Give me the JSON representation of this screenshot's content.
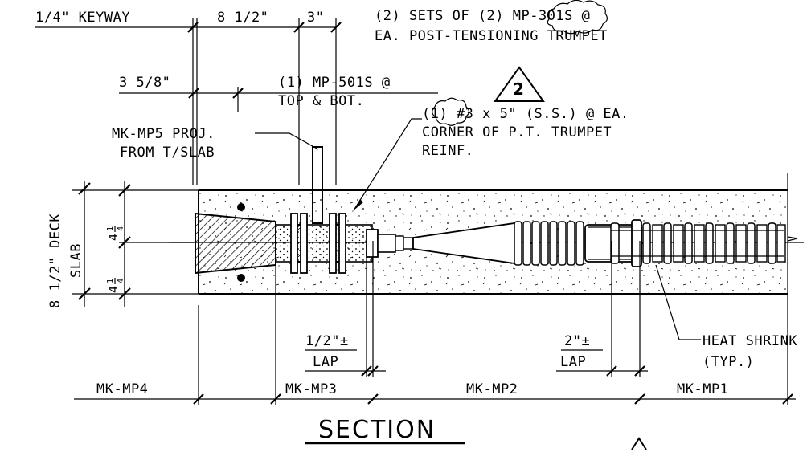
{
  "drawing": {
    "title": "SECTION",
    "revision_mark": "2",
    "notes": {
      "keyway": "1/4\" KEYWAY",
      "dim_8_half": "8 1/2\"",
      "dim_3": "3\"",
      "sets_line1": "(2) SETS OF (2) MP-301S @",
      "sets_line2": "EA. POST-TENSIONING TRUMPET",
      "dim_3_5_8": "3 5/8\"",
      "mp501_line1": "(1) MP-501S @",
      "mp501_line2": "TOP & BOT.",
      "mkmp5_line1": "MK-MP5 PROJ.",
      "mkmp5_line2": "FROM T/SLAB",
      "reinf_line1": "(1) #3 x 5\" (S.S.) @ EA.",
      "reinf_line2": "CORNER OF P.T. TRUMPET",
      "reinf_line3": "REINF.",
      "slab_line1": "8 1/2\" DECK",
      "slab_line2": "SLAB",
      "half_lap_top": "1/2\"±",
      "half_lap_bot": "LAP",
      "two_lap_top": "2\"±",
      "two_lap_bot": "LAP",
      "heat_line1": "HEAT SHRINK",
      "heat_line2": "(TYP.)"
    },
    "segments": [
      "MK-MP4",
      "MK-MP3",
      "MK-MP2",
      "MK-MP1"
    ]
  }
}
